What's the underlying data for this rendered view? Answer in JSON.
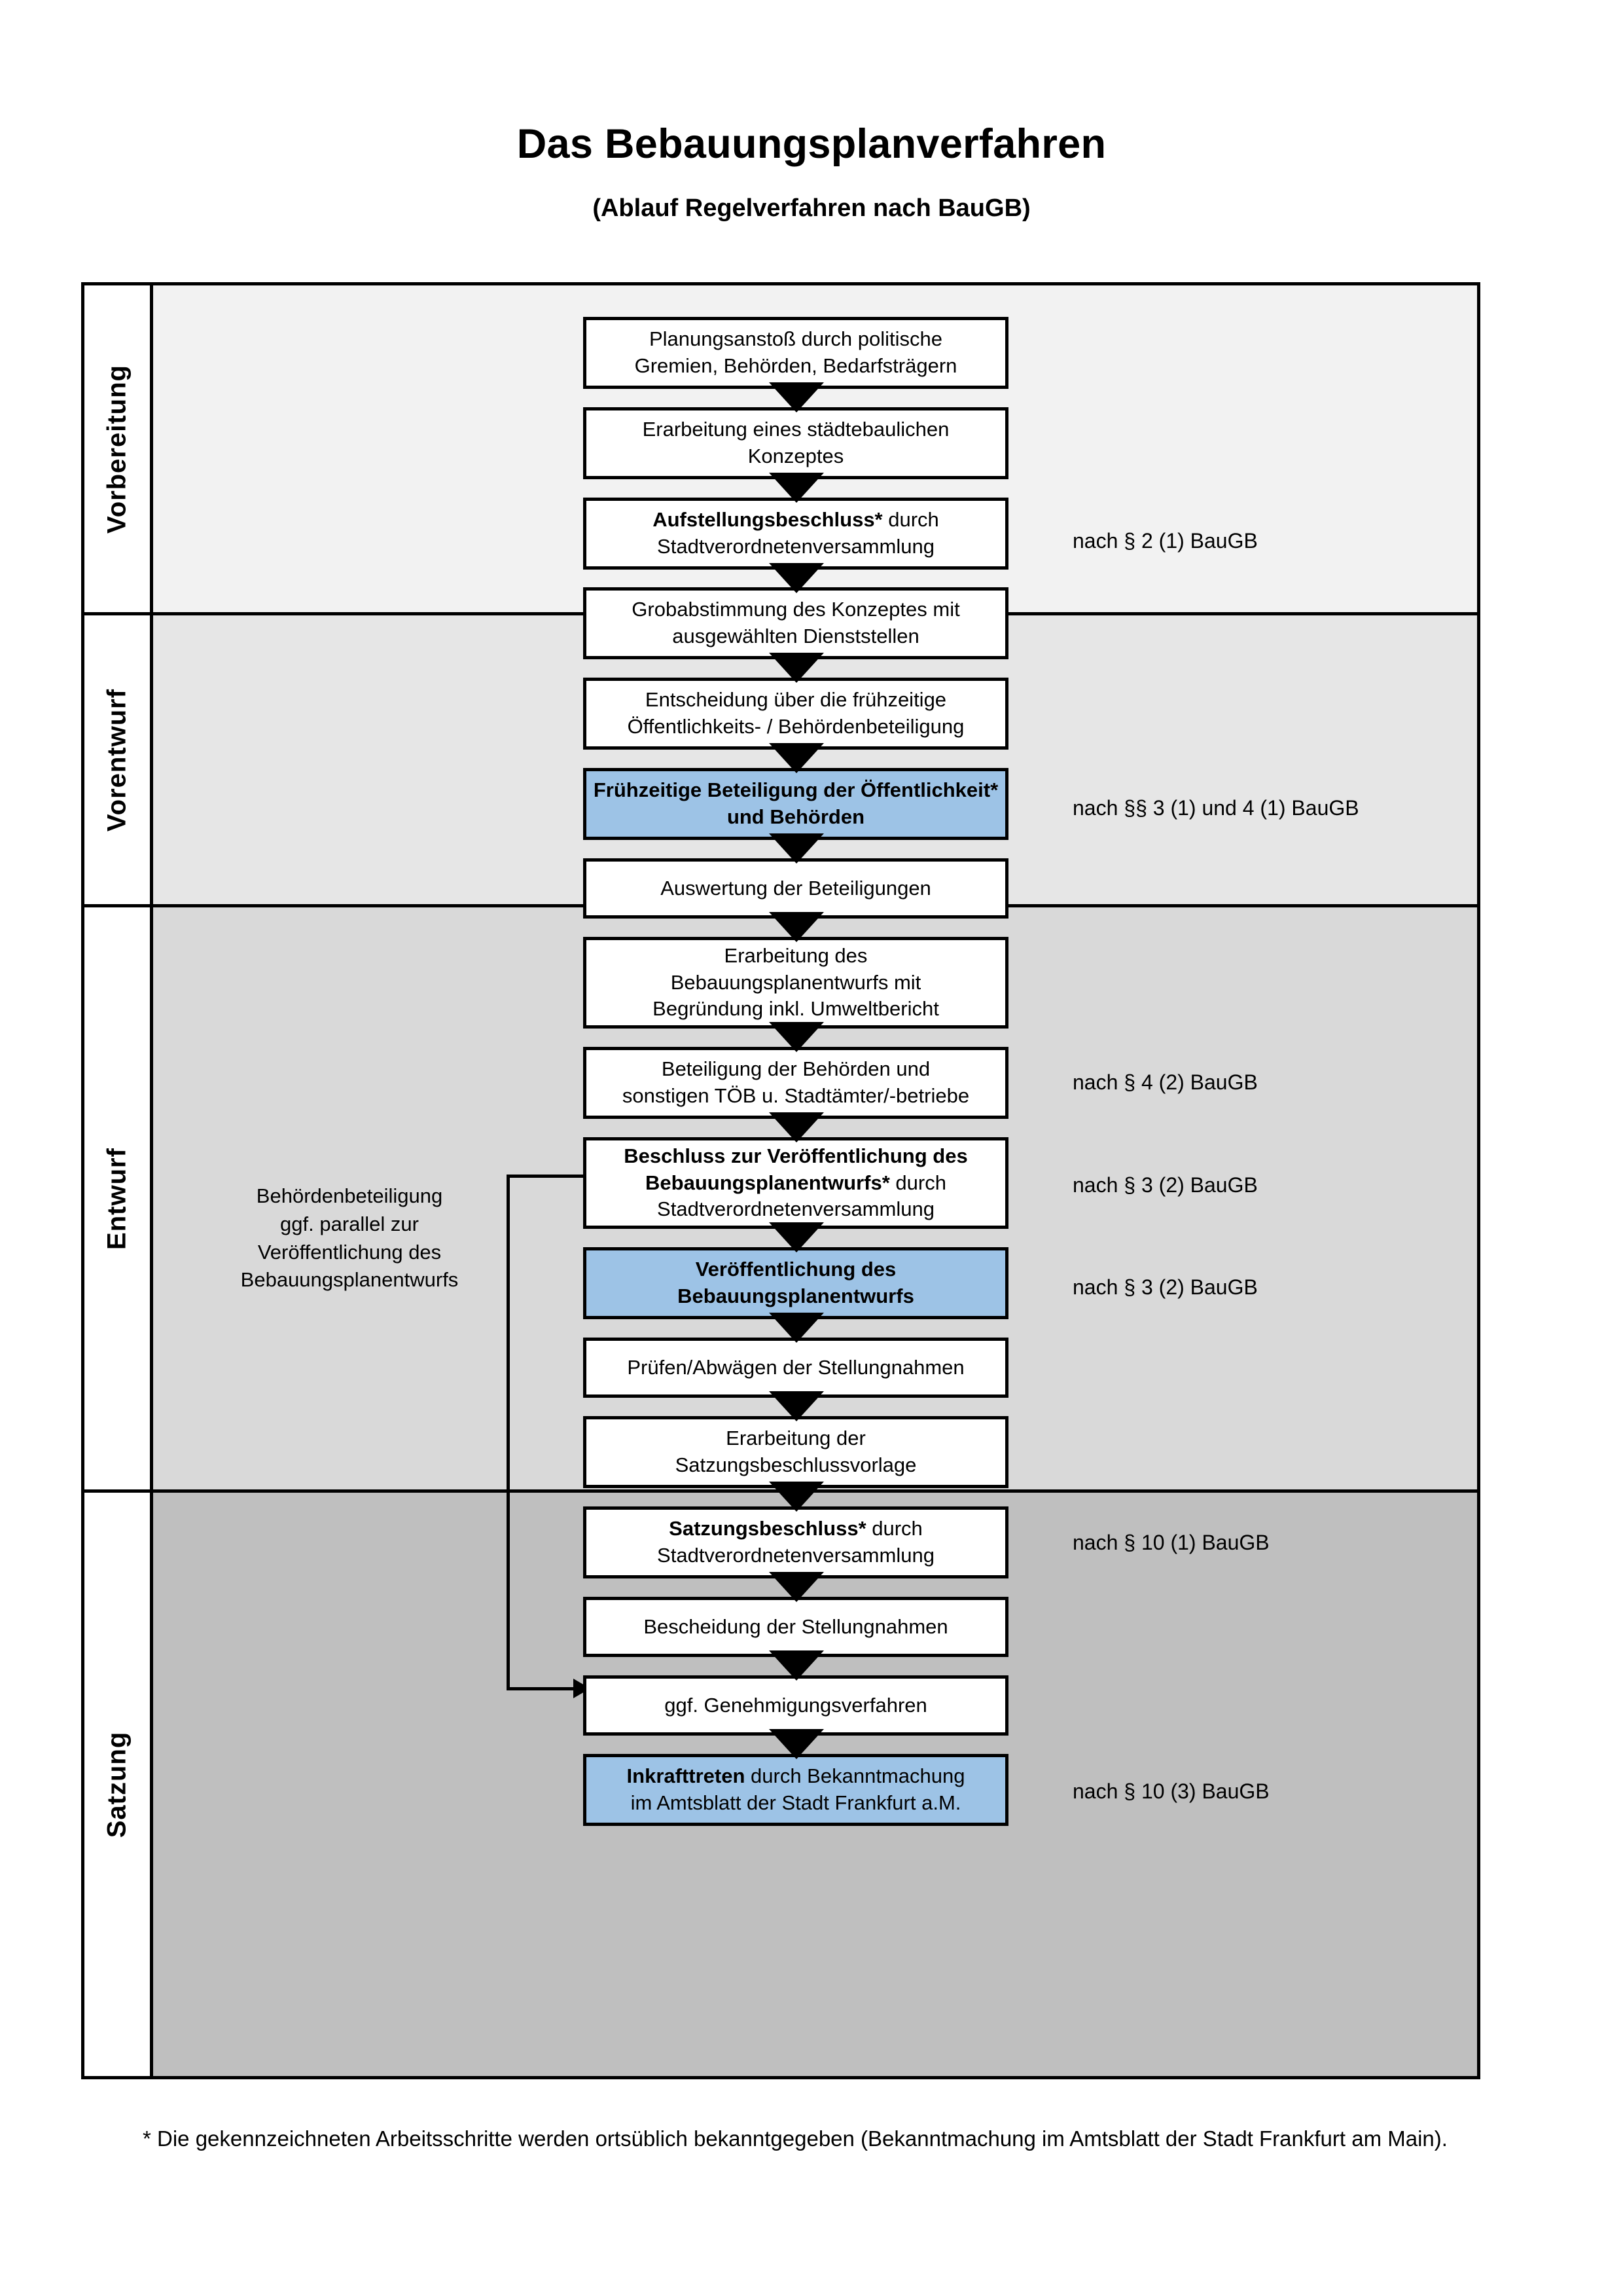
{
  "document": {
    "title": "Das Bebauungsplanverfahren",
    "subtitle": "(Ablauf Regelverfahren nach BauGB)",
    "footnote": "* Die gekennzeichneten Arbeitsschritte werden ortsüblich bekanntgegeben (Bekanntmachung im Amtsblatt  der Stadt Frankfurt am Main)."
  },
  "colors": {
    "highlight_blue": "#9DC3E6",
    "band_1": "#F2F2F2",
    "band_2": "#E6E6E6",
    "band_3": "#D9D9D9",
    "band_4": "#BFBFBF",
    "line": "#000000"
  },
  "phases": [
    {
      "label": "Vorbereitung"
    },
    {
      "label": "Vorentwurf"
    },
    {
      "label": "Entwurf"
    },
    {
      "label": "Satzung"
    }
  ],
  "steps": [
    {
      "id": "s1",
      "line1": "Planungsanstoß durch politische",
      "line2": "Gremien, Behörden, Bedarfsträgern",
      "line3": "",
      "bold": "",
      "highlight": false
    },
    {
      "id": "s2",
      "line1": "Erarbeitung eines städtebaulichen",
      "line2": "Konzeptes",
      "line3": "",
      "bold": "",
      "highlight": false
    },
    {
      "id": "s3",
      "line1": " durch",
      "line2": "Stadtverordnetenversammlung",
      "line3": "",
      "bold": "Aufstellungsbeschluss*",
      "highlight": false
    },
    {
      "id": "s4",
      "line1": "Grobabstimmung des Konzeptes mit",
      "line2": "ausgewählten Dienststellen",
      "line3": "",
      "bold": "",
      "highlight": false
    },
    {
      "id": "s5",
      "line1": "Entscheidung über die frühzeitige",
      "line2": "Öffentlichkeits- / Behördenbeteiligung",
      "line3": "",
      "bold": "",
      "highlight": false
    },
    {
      "id": "s6",
      "line1": "",
      "line2": "",
      "line3": "",
      "bold": "Frühzeitige Beteiligung der Öffentlichkeit* und Behörden",
      "highlight": true
    },
    {
      "id": "s7",
      "line1": "Auswertung der Beteiligungen",
      "line2": "",
      "line3": "",
      "bold": "",
      "highlight": false
    },
    {
      "id": "s8",
      "line1": "Erarbeitung des",
      "line2": "Bebauungsplanentwurfs mit",
      "line3": "Begründung inkl. Umweltbericht",
      "bold": "",
      "highlight": false
    },
    {
      "id": "s9",
      "line1": "Beteiligung der Behörden und",
      "line2": "sonstigen TÖB u. Stadtämter/-betriebe",
      "line3": "",
      "bold": "",
      "highlight": false
    },
    {
      "id": "s10",
      "line1": " durch",
      "line2": "Stadtverordnetenversammlung",
      "line3": "",
      "bold": "Beschluss zur Veröffentlichung des Bebauungsplanentwurfs*",
      "highlight": false
    },
    {
      "id": "s11",
      "line1": "",
      "line2": "",
      "line3": "",
      "bold": "Veröffentlichung des Bebauungsplanentwurfs",
      "highlight": true
    },
    {
      "id": "s12",
      "line1": "Prüfen/Abwägen der Stellungnahmen",
      "line2": "",
      "line3": "",
      "bold": "",
      "highlight": false
    },
    {
      "id": "s13",
      "line1": "Erarbeitung der",
      "line2": "Satzungsbeschlussvorlage",
      "line3": "",
      "bold": "",
      "highlight": false
    },
    {
      "id": "s14",
      "line1": " durch",
      "line2": "Stadtverordnetenversammlung",
      "line3": "",
      "bold": "Satzungsbeschluss*",
      "highlight": false
    },
    {
      "id": "s15",
      "line1": "Bescheidung der Stellungnahmen",
      "line2": "",
      "line3": "",
      "bold": "",
      "highlight": false
    },
    {
      "id": "s16",
      "line1": "ggf. Genehmigungsverfahren",
      "line2": "",
      "line3": "",
      "bold": "",
      "highlight": false
    },
    {
      "id": "s17",
      "line1": " durch Bekanntmachung",
      "line2": "im Amtsblatt der Stadt Frankfurt a.M.",
      "line3": "",
      "bold": "Inkrafttreten",
      "highlight": true
    }
  ],
  "law_refs": [
    {
      "id": "r1",
      "text": "nach § 2 (1) BauGB"
    },
    {
      "id": "r2",
      "text": "nach §§ 3 (1) und 4 (1) BauGB"
    },
    {
      "id": "r3",
      "text": "nach § 4 (2) BauGB"
    },
    {
      "id": "r4",
      "text": "nach § 3 (2) BauGB"
    },
    {
      "id": "r5",
      "text": "nach § 3 (2) BauGB"
    },
    {
      "id": "r6",
      "text": "nach § 10 (1) BauGB"
    },
    {
      "id": "r7",
      "text": "nach § 10 (3) BauGB"
    }
  ],
  "side_note": {
    "line1": "Behördenbeteiligung",
    "line2": "ggf. parallel zur",
    "line3": "Veröffentlichung des",
    "line4": "Bebauungsplanentwurfs"
  }
}
